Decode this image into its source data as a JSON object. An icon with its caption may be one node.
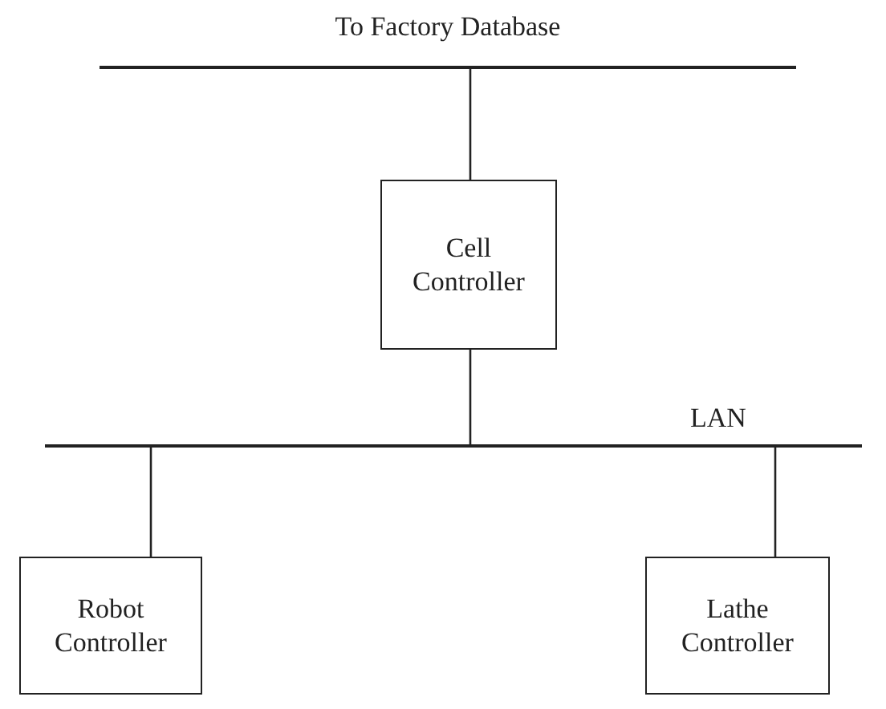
{
  "diagram": {
    "nodes": [
      {
        "text": [
          "To Factory Database"
        ]
      },
      {
        "text": [
          "Cell Controller"
        ]
      },
      {
        "text": [
          "LAN"
        ]
      },
      {
        "text": [
          "Robot Controller"
        ]
      },
      {
        "text": [
          "Lathe Controller"
        ]
      }
    ],
    "edges": [
      {
        "from": 0,
        "to": 1,
        "arrow": "none"
      },
      {
        "from": 1,
        "to": 2,
        "arrow": "none"
      },
      {
        "from": 2,
        "to": 3,
        "arrow": "none"
      },
      {
        "from": 2,
        "to": 4,
        "arrow": "none"
      }
    ]
  }
}
